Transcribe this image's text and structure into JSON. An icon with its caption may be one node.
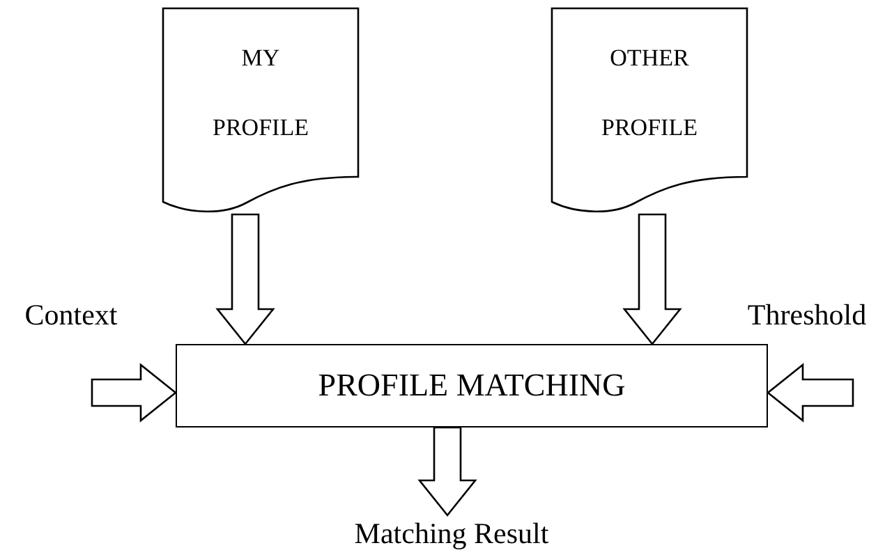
{
  "diagram": {
    "nodes": [
      {
        "text": [
          "MY PROFILE"
        ]
      },
      {
        "text": [
          "OTHER PROFILE"
        ]
      },
      {
        "text": [
          "PROFILE MATCHING"
        ]
      },
      {
        "text": [
          "Context"
        ]
      },
      {
        "text": [
          "Threshold"
        ]
      },
      {
        "text": [
          "Matching Result"
        ]
      }
    ],
    "edges": [
      {
        "from": 0,
        "to": 2,
        "arrow": "to"
      },
      {
        "from": 1,
        "to": 2,
        "arrow": "to"
      },
      {
        "from": 3,
        "to": 2,
        "arrow": "to"
      },
      {
        "from": 4,
        "to": 2,
        "arrow": "to"
      },
      {
        "from": 2,
        "to": 5,
        "arrow": "to"
      }
    ]
  }
}
